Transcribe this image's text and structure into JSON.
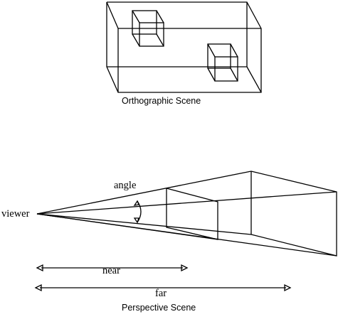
{
  "orthographic": {
    "caption": "Orthographic Scene"
  },
  "perspective": {
    "caption": "Perspective Scene",
    "viewer_label": "viewer",
    "angle_label": "angle",
    "near_label": "near",
    "far_label": "far"
  }
}
